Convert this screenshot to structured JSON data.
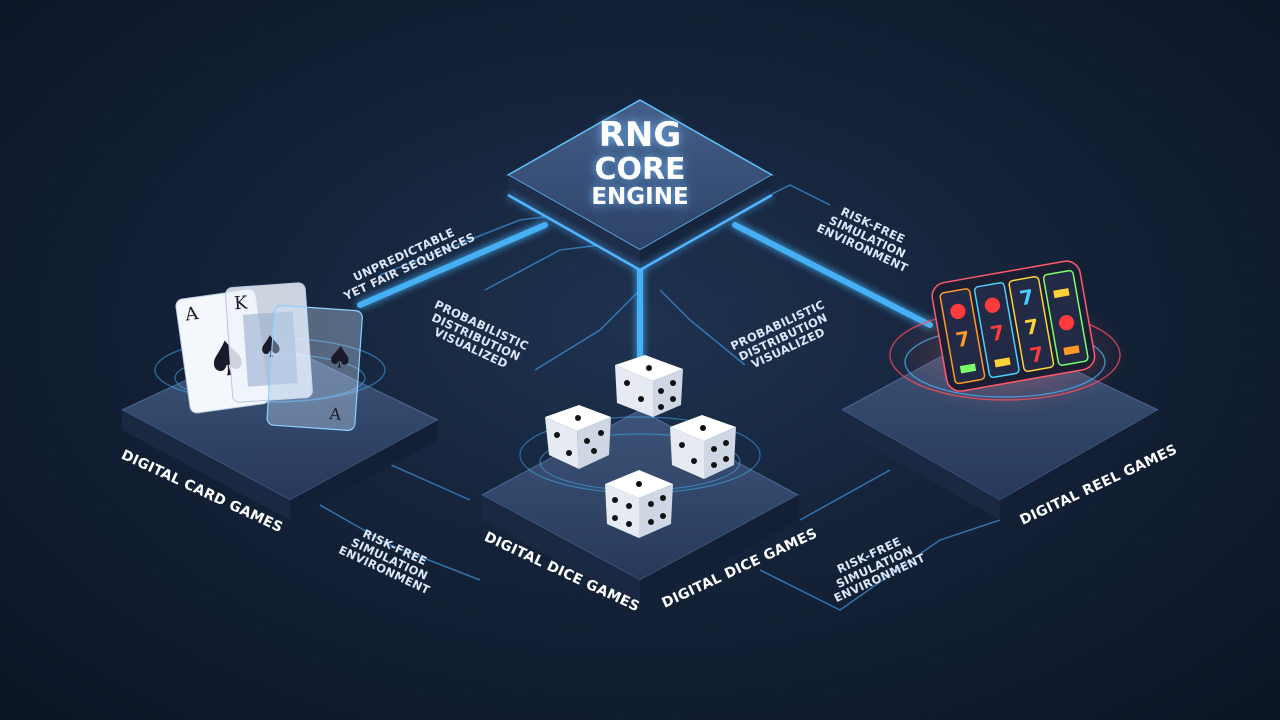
{
  "core": {
    "line1": "RNG",
    "line2": "CORE",
    "line3": "ENGINE"
  },
  "nodes": {
    "cards": "DIGITAL CARD GAMES",
    "dice_left": "DIGITAL DICE GAMES",
    "dice_right": "DIGITAL DICE GAMES",
    "reels": "DIGITAL REEL GAMES"
  },
  "notes": {
    "unpredictable_l1": "UNPREDICTABLE",
    "unpredictable_l2": "YET FAIR SEQUENCES",
    "prob_left_l1": "PROBABILISTIC",
    "prob_left_l2": "DISTRIBUTION",
    "prob_left_l3": "VISUALIZED",
    "prob_right_l1": "PROBABILISTIC",
    "prob_right_l2": "DISTRIBUTION",
    "prob_right_l3": "VISUALIZED",
    "risk_tr_l1": "RISK-FREE",
    "risk_tr_l2": "SIMULATION",
    "risk_tr_l3": "ENVIRONMENT",
    "risk_bl_l1": "RISK-FREE",
    "risk_bl_l2": "SIMULATION",
    "risk_bl_l3": "ENVIRONMENT",
    "risk_br_l1": "RISK-FREE",
    "risk_br_l2": "SIMULATION",
    "risk_br_l3": "ENVIRONMENT"
  },
  "cards": {
    "card1_rank": "A",
    "card2_rank": "K",
    "card3_rank": "A"
  },
  "colors": {
    "glow": "#3fb4ff",
    "platform_top": "#33486c",
    "platform_side": "#1a2842",
    "background": "#142238"
  }
}
